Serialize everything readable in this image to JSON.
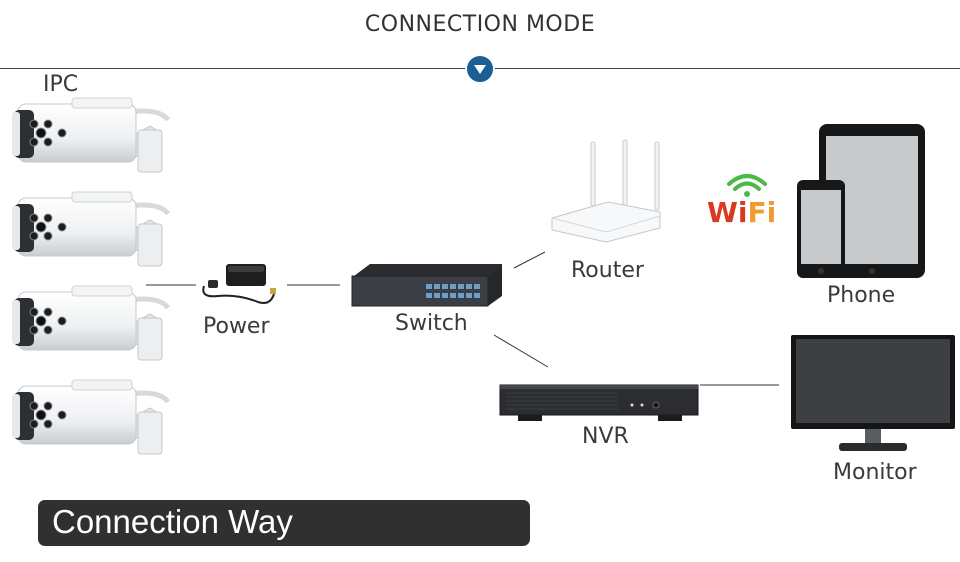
{
  "header": {
    "title": "CONNECTION MODE"
  },
  "nodes": {
    "ipc": "IPC",
    "power": "Power",
    "switch": "Switch",
    "router": "Router",
    "phone": "Phone",
    "nvr": "NVR",
    "monitor": "Monitor"
  },
  "wifi": {
    "w": "W",
    "i1": "i",
    "f": "F",
    "i2": "i"
  },
  "footer": {
    "label": "Connection Way"
  },
  "colors": {
    "accent": "#1a5f96",
    "banner": "#303030",
    "wifi_red": "#d93a1f",
    "wifi_orange": "#f29a2e",
    "wifi_green": "#4db848"
  }
}
